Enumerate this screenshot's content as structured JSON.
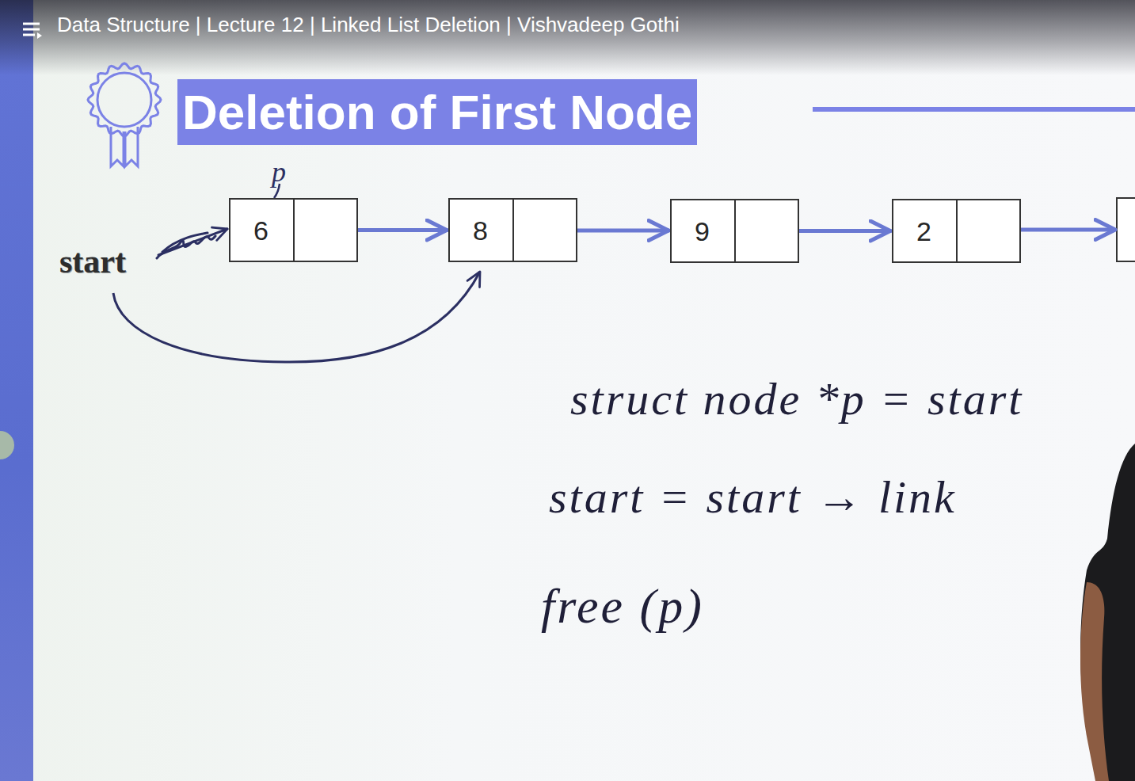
{
  "diagram": {
    "title": "Deletion of First Node",
    "nodes": [
      {
        "text": [
          "6"
        ]
      },
      {
        "text": [
          "8"
        ]
      },
      {
        "text": [
          "9"
        ]
      },
      {
        "text": [
          "2"
        ]
      }
    ],
    "edges": [
      {
        "from": 0,
        "to": 1,
        "arrow": "to"
      },
      {
        "from": 1,
        "to": 2,
        "arrow": "to"
      },
      {
        "from": 2,
        "to": 3,
        "arrow": "to"
      }
    ],
    "labels": [
      "Data Structure | Lecture 12 | Linked List Deletion | Vishvadeep Gothi",
      "start",
      "p",
      "struct node *p = start",
      "start = start → link",
      "free (p)"
    ]
  }
}
